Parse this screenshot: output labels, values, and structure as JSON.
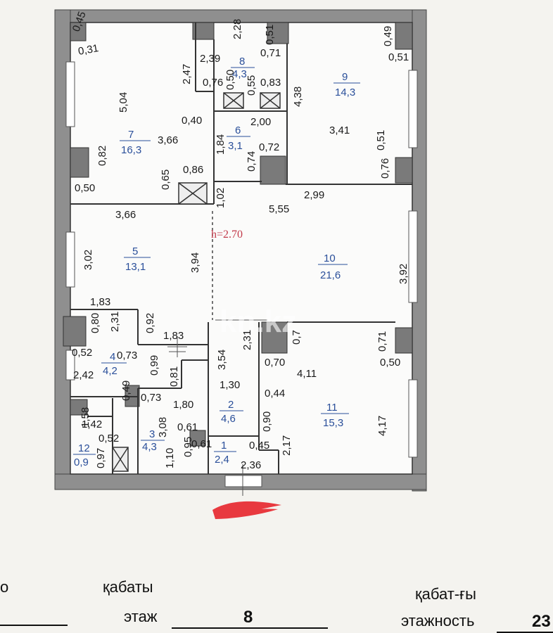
{
  "plan": {
    "height_label": "h=2.70",
    "watermark": "kn.kz",
    "rooms": [
      {
        "id": "r1",
        "number": "1",
        "area": "2,4"
      },
      {
        "id": "r2",
        "number": "2",
        "area": "4,6"
      },
      {
        "id": "r3",
        "number": "3",
        "area": "4,3"
      },
      {
        "id": "r4",
        "number": "4",
        "area": "4,2"
      },
      {
        "id": "r5",
        "number": "5",
        "area": "13,1"
      },
      {
        "id": "r6",
        "number": "6",
        "area": "3,1"
      },
      {
        "id": "r7",
        "number": "7",
        "area": "16,3"
      },
      {
        "id": "r8",
        "number": "8",
        "area": "4,3"
      },
      {
        "id": "r9",
        "number": "9",
        "area": "14,3"
      },
      {
        "id": "r10",
        "number": "10",
        "area": "21,6"
      },
      {
        "id": "r11",
        "number": "11",
        "area": "15,3"
      },
      {
        "id": "r12",
        "number": "12",
        "area": "0,9"
      }
    ],
    "dimensions": [
      "0,45",
      "0,31",
      "5,04",
      "3,66",
      "2,47",
      "0,82",
      "0,50",
      "0,40",
      "0,65",
      "0,86",
      "2,39",
      "2,28",
      "0,51",
      "0,71",
      "0,76",
      "0,50",
      "0,55",
      "0,83",
      "2,00",
      "1,84",
      "0,72",
      "0,74",
      "4,38",
      "0,49",
      "0,51",
      "3,41",
      "0,51",
      "0,76",
      "1,02",
      "5,55",
      "2,99",
      "3,66",
      "3,02",
      "3,94",
      "3,92",
      "1,83",
      "0,80",
      "2,31",
      "0,92",
      "1,83",
      "0,52",
      "0,73",
      "2,42",
      "0,49",
      "0,99",
      "0,81",
      "0,73",
      "1,80",
      "3,08",
      "0,61",
      "3,54",
      "2,31",
      "0,7",
      "0,70",
      "0,44",
      "4,11",
      "0,71",
      "0,50",
      "1,30",
      "0,90",
      "4,17",
      "2,17",
      "1,58",
      "1,42",
      "0,52",
      "0,97",
      "1,10",
      "0,95",
      "0,61",
      "0,45",
      "2,36"
    ]
  },
  "footer": {
    "kaz_floor_label": "қабаты",
    "ru_floor_label": "этаж",
    "floor_value": "8",
    "kaz_floors_label": "қабат-ғы",
    "ru_floors_label": "этажность",
    "floors_value": "23",
    "left_fragment": "о"
  },
  "colors": {
    "wall": "#8f8f8f",
    "wall_dark": "#555555",
    "room_label": "#2a4f9a",
    "height_label": "#c23a4a",
    "redaction": "#e8393f"
  }
}
